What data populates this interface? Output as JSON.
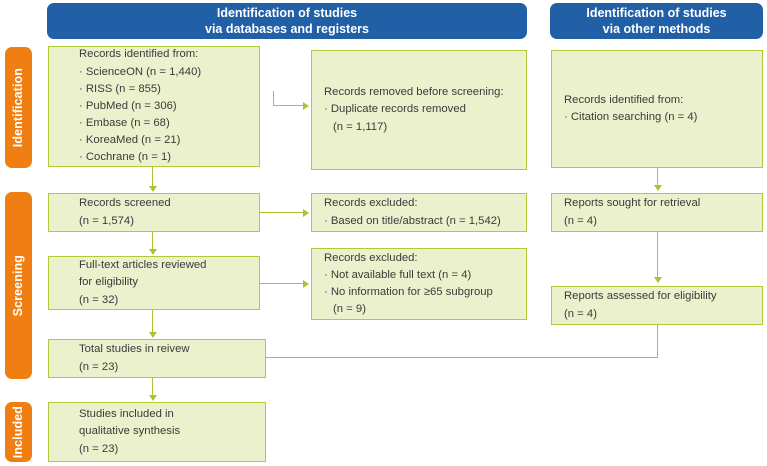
{
  "diagram": {
    "title": "PRISMA study selection flow diagram",
    "colors": {
      "header_blue": "#215FA6",
      "phase_orange": "#F07F13",
      "box_fill": "#EAF1CC",
      "box_border": "#AFCB36",
      "connector_green": "#A8C431",
      "text": "#3b3b3b"
    }
  },
  "headers": {
    "databases": {
      "line1": "Identification of studies",
      "line2": "via databases and registers"
    },
    "other": {
      "line1": "Identification of studies",
      "line2": "via other methods"
    }
  },
  "phases": {
    "identification": "Identification",
    "screening": "Screening",
    "included": "Included"
  },
  "boxes": {
    "records_identified": {
      "title": "Records identified from:",
      "items": [
        "· ScienceON (n = 1,440)",
        "· RISS (n = 855)",
        "· PubMed (n = 306)",
        "· Embase (n = 68)",
        "· KoreaMed (n = 21)",
        "· Cochrane (n = 1)"
      ]
    },
    "records_removed": {
      "title": "Records removed before screening:",
      "items": [
        "· Duplicate records removed",
        "(n = 1,117)"
      ]
    },
    "records_screened": {
      "title": "Records screened",
      "items": [
        "(n = 1,574)"
      ]
    },
    "records_excluded_1": {
      "title": "Records excluded:",
      "items": [
        "· Based on title/abstract (n = 1,542)"
      ]
    },
    "fulltext_reviewed": {
      "title": "Full-text articles reviewed",
      "items": [
        "for eligibility",
        "(n = 32)"
      ]
    },
    "records_excluded_2": {
      "title": "Records excluded:",
      "items": [
        "· Not available full text (n = 4)",
        "· No information for ≥65 subgroup",
        "(n = 9)"
      ]
    },
    "total_studies": {
      "title": "Total studies in reivew",
      "items": [
        "(n = 23)"
      ]
    },
    "studies_included": {
      "title": "Studies included in",
      "items": [
        "qualitative synthesis",
        "(n = 23)"
      ]
    },
    "other_identified": {
      "title": "Records identified from:",
      "items": [
        "· Citation searching (n = 4)"
      ]
    },
    "reports_sought": {
      "title": "Reports sought for retrieval",
      "items": [
        "(n = 4)"
      ]
    },
    "reports_assessed": {
      "title": "Reports assessed for eligibility",
      "items": [
        "(n = 4)"
      ]
    }
  }
}
